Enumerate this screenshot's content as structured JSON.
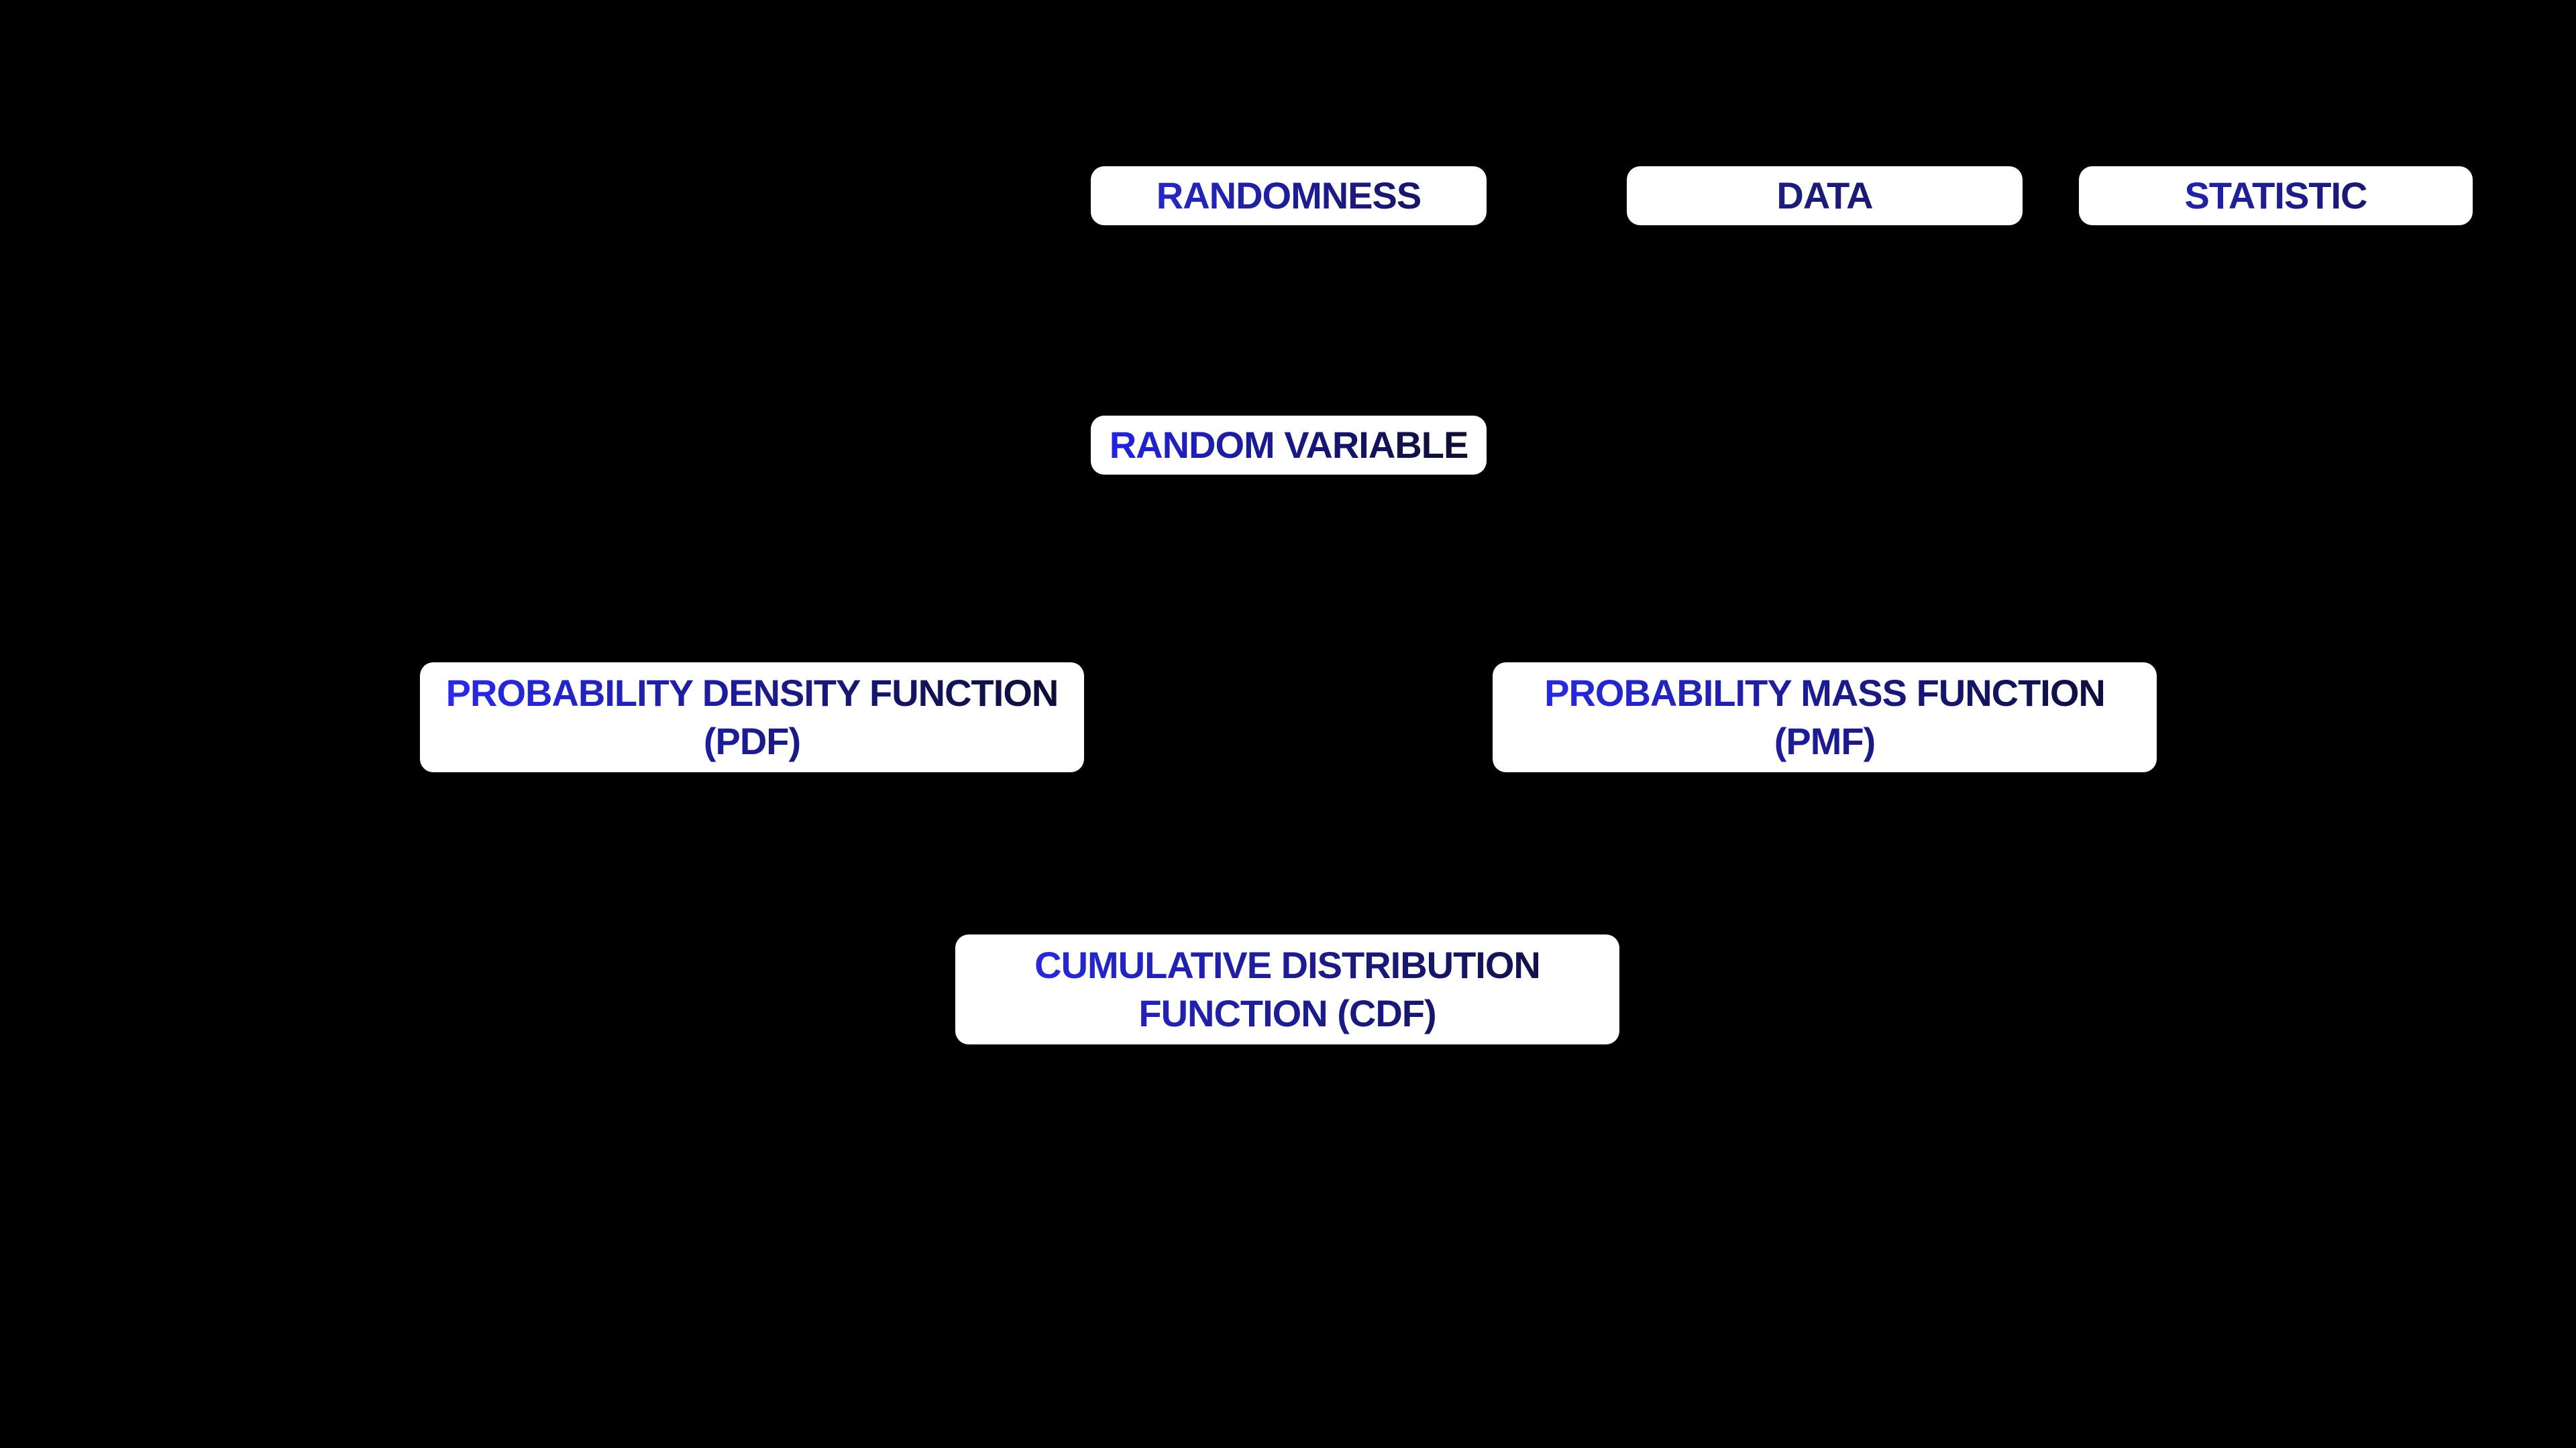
{
  "background_color": "#000000",
  "box_fill_color": "#ffffff",
  "boxes": {
    "randomness": {
      "label": "RANDOMNESS",
      "gradient_start": "#2b2bdf",
      "gradient_end": "#11114d"
    },
    "data": {
      "label": "DATA",
      "gradient_start": "#21218f",
      "gradient_end": "#161660"
    },
    "statistic": {
      "label": "STATISTIC",
      "gradient_start": "#2828c8",
      "gradient_end": "#131350"
    },
    "random_variable": {
      "label": "RANDOM VARIABLE",
      "gradient_start": "#2525e8",
      "gradient_end": "#0c0c22"
    },
    "pdf": {
      "line1": "PROBABILITY DENSITY FUNCTION",
      "line2": "(PDF)",
      "gradient_start": "#2b2bf2",
      "gradient_end": "#0c0c2e"
    },
    "pmf": {
      "line1": "PROBABILITY MASS FUNCTION",
      "line2": "(PMF)",
      "gradient_start": "#2b2bf2",
      "gradient_end": "#0c0c2e"
    },
    "cdf": {
      "line1": "CUMULATIVE DISTRIBUTION",
      "line2": "FUNCTION (CDF)",
      "gradient_start": "#2b2bf2",
      "gradient_end": "#0e0e34"
    }
  }
}
